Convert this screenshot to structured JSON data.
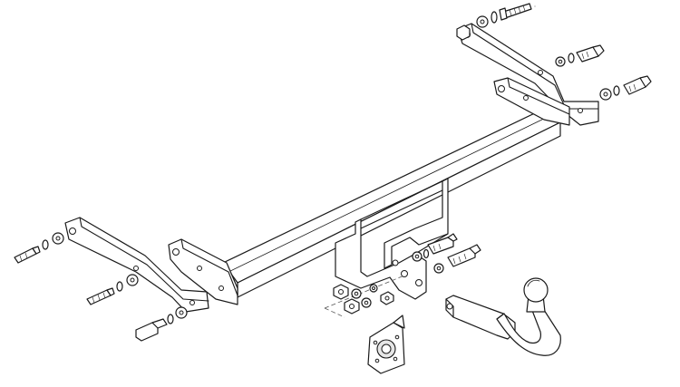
{
  "figure": {
    "type": "exploded-assembly-line-drawing",
    "line_color": "#1a1a1a",
    "background": "#ffffff",
    "accent_fill": "#e6e6e6",
    "components": [
      "crossbar",
      "right-side-bracket",
      "right-inner-plate",
      "left-side-bracket",
      "left-inner-plate",
      "towbar-mounting-bracket",
      "tow-ball-neck",
      "tow-ball",
      "electrical-socket-plate",
      "bolt-washer-nut-sets"
    ]
  }
}
